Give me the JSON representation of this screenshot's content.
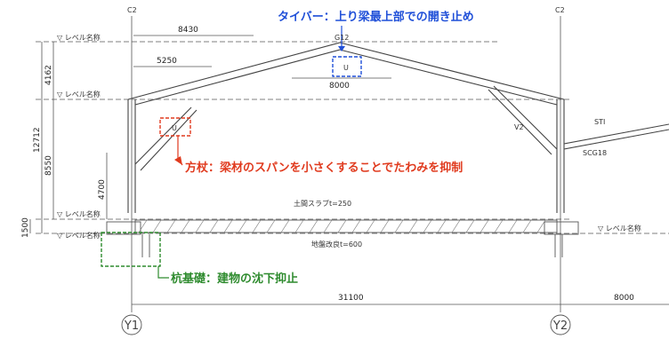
{
  "labels": {
    "column_left": "C2",
    "column_right": "C2",
    "ridge_member": "G12",
    "ridge_box": "U",
    "rafter_box": "U",
    "level_name": "▽ レベル名称",
    "level_name_right": "▽ レベル名称",
    "slab": "土間スラブt=250",
    "ground_improvement": "地盤改良t=600",
    "brace_right": "V2",
    "member_sti": "STI",
    "member_scg": "SCG18",
    "axis_y1": "Y1",
    "axis_y2": "Y2"
  },
  "dimensions": {
    "top_span": "8430",
    "rafter_span": "5250",
    "ridge_width": "8000",
    "height_upper": "4162",
    "height_total": "12712",
    "height_eave": "8550",
    "height_column": "4700",
    "height_base": "1500",
    "span_main": "31100",
    "span_right": "8000"
  },
  "callouts": {
    "tie_bar": {
      "text": "タイバー：上り梁最上部での開き止め",
      "color": "#1f4fd8"
    },
    "brace": {
      "text": "方杖：梁材のスパンを小さくすることでたわみを抑制",
      "color": "#e03a1e"
    },
    "pile": {
      "text": "杭基礎：建物の沈下抑止",
      "color": "#2e8b2e"
    }
  }
}
